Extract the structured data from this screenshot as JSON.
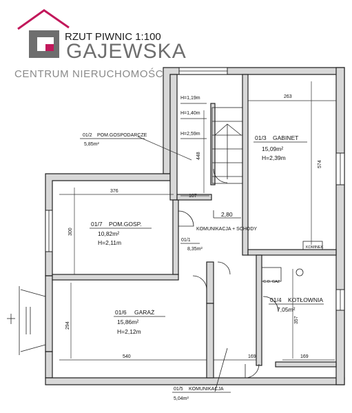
{
  "logo": {
    "brand": "GAJEWSKA",
    "subtitle": "CENTRUM NIERUCHOMOŚCI",
    "accent_color": "#c2185b",
    "block_color": "#6e6e6e"
  },
  "plan": {
    "title": "RZUT PIWNIC 1:100",
    "rooms": [
      {
        "id": "01/2",
        "name": "POM.GOSPODARCZE",
        "area": "5,85m²"
      },
      {
        "id": "01/3",
        "name": "GABINET",
        "area": "15,09m²",
        "height": "H=2,39m"
      },
      {
        "id": "01/7",
        "name": "POM.GOSP.",
        "area": "10,82m²",
        "height": "H=2,11m"
      },
      {
        "id": "01/1",
        "name": "KOMUNIKACJA + SCHODY",
        "area": "8,35m²"
      },
      {
        "id": "01/6",
        "name": "GARAŻ",
        "area": "15,86m²",
        "height": "H=2,12m"
      },
      {
        "id": "01/4",
        "name": "KOTŁOWNIA",
        "area": "7,05m²"
      },
      {
        "id": "01/5",
        "name": "KOMUNIKACJA",
        "area": "5,04m²"
      }
    ],
    "heights": [
      "H=1,19m",
      "H=1,40m",
      "H=2,59m"
    ],
    "level": "2,80",
    "dimensions": {
      "gabinet_width": "263",
      "gabinet_depth": "574",
      "stair_length": "448",
      "gosp_width": "376",
      "gosp_depth": "300",
      "corridor_width": "107",
      "garage_width": "540",
      "garage_depth": "294",
      "kotlownia_depth": "357",
      "corridor_169_a": "169",
      "corridor_169_b": "169"
    },
    "annotations": {
      "gas": "C.O. GAZ",
      "chimney": "KOMINEK"
    }
  }
}
